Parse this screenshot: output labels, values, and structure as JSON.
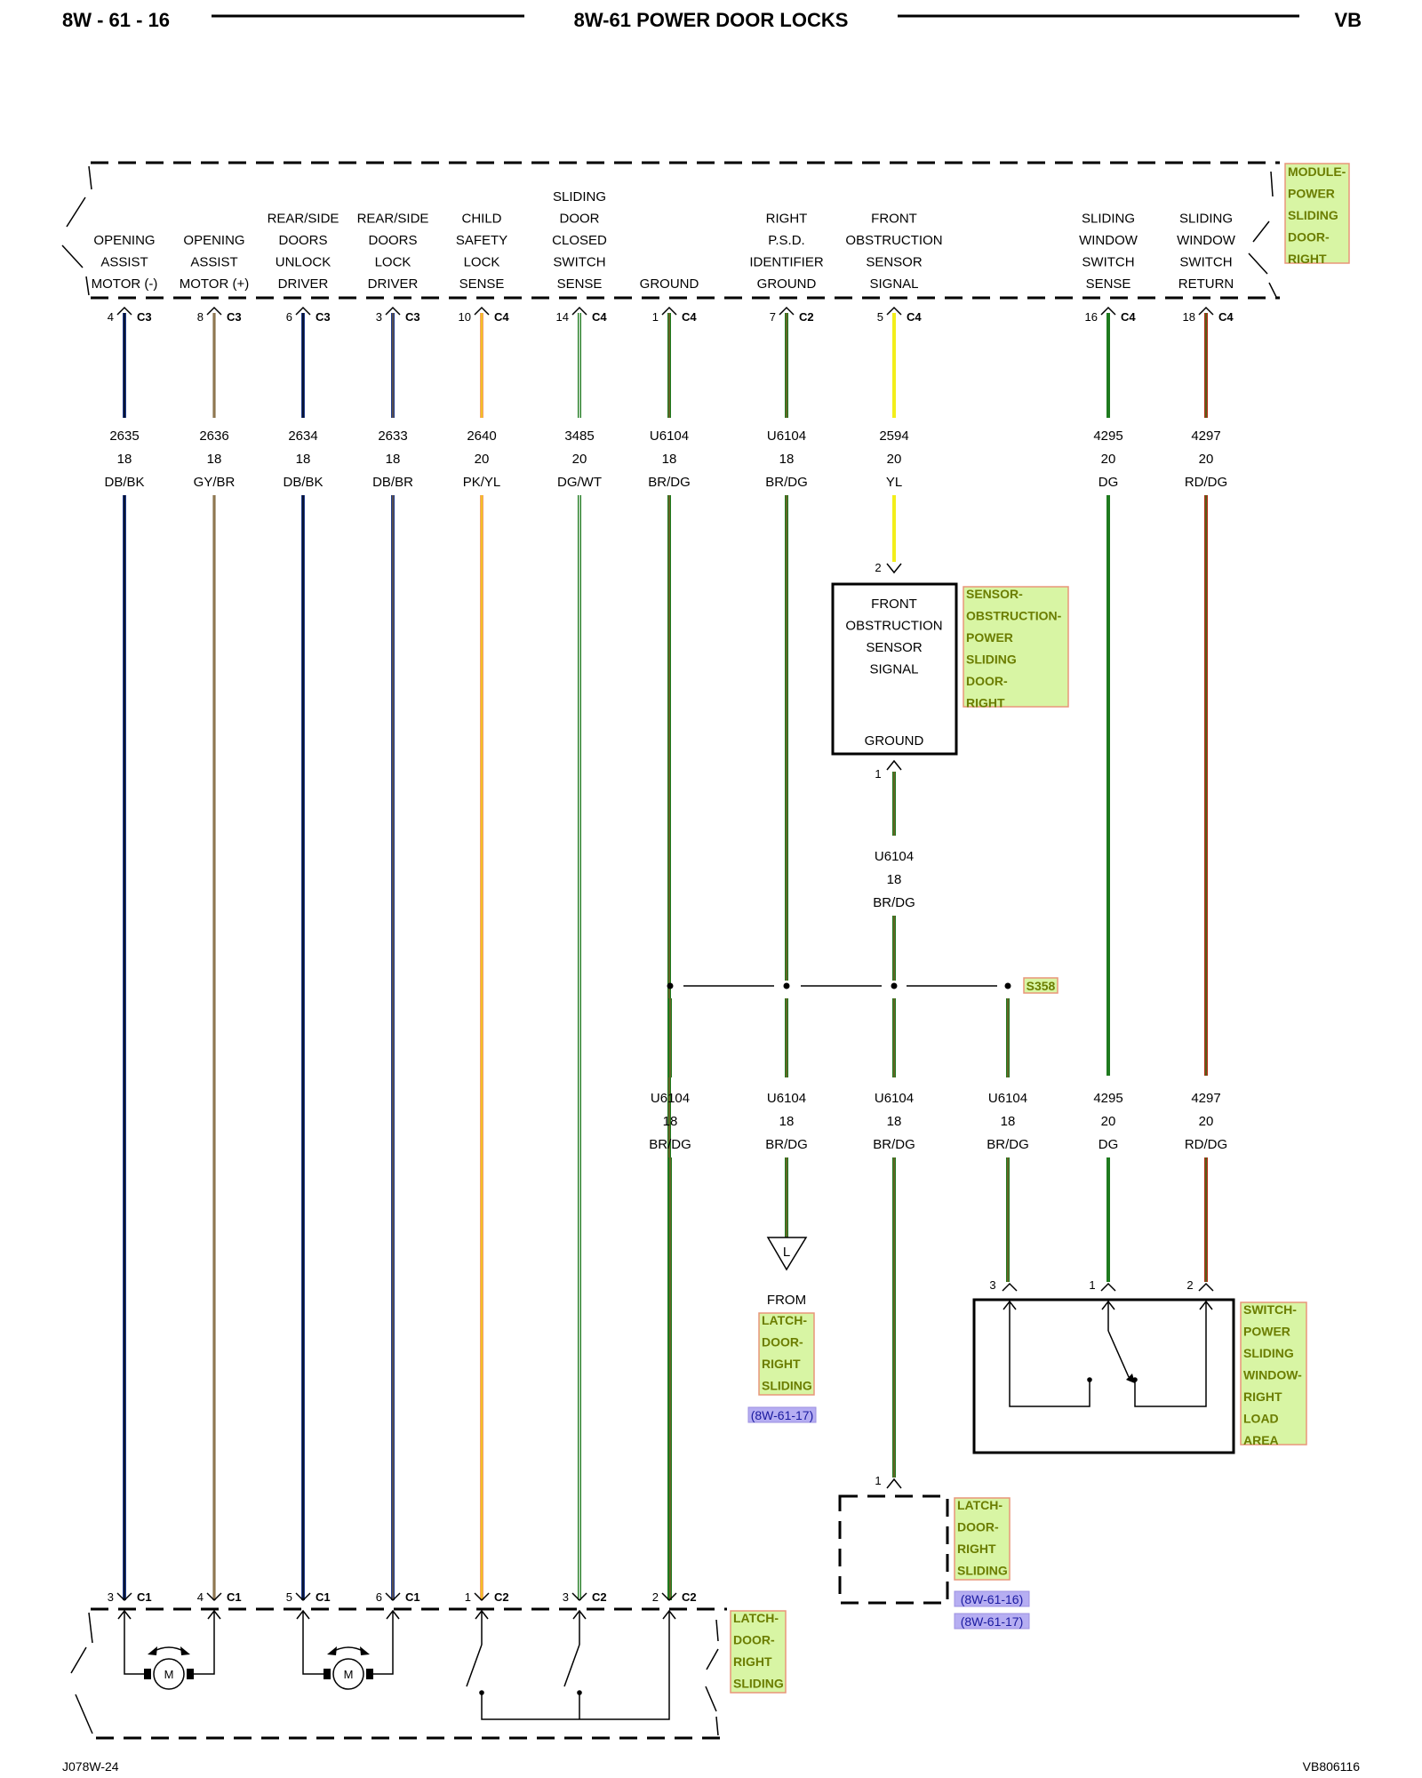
{
  "header": {
    "page_number": "8W - 61 - 16",
    "title": "8W-61 POWER DOOR LOCKS",
    "model": "VB"
  },
  "footer": {
    "left_code": "J078W-24",
    "right_code": "VB806116"
  },
  "module": {
    "name_lines": [
      "MODULE-",
      "POWER",
      "SLIDING",
      "DOOR-",
      "RIGHT"
    ],
    "terminals": [
      {
        "label": [
          "OPENING",
          "ASSIST",
          "MOTOR (-)"
        ],
        "pin": "4",
        "conn": "C3",
        "circuit": "2635",
        "gauge": "18",
        "color_code": "DB/BK",
        "wire_color": "#1f3b8c",
        "stripe_color": "#000000"
      },
      {
        "label": [
          "OPENING",
          "ASSIST",
          "MOTOR (+)"
        ],
        "pin": "8",
        "conn": "C3",
        "circuit": "2636",
        "gauge": "18",
        "color_code": "GY/BR",
        "wire_color": "#b9ad98",
        "stripe_color": "#7a5a2a"
      },
      {
        "label": [
          "REAR/SIDE",
          "DOORS",
          "UNLOCK",
          "DRIVER"
        ],
        "pin": "6",
        "conn": "C3",
        "circuit": "2634",
        "gauge": "18",
        "color_code": "DB/BK",
        "wire_color": "#1f3b8c",
        "stripe_color": "#000000"
      },
      {
        "label": [
          "REAR/SIDE",
          "DOORS",
          "LOCK",
          "DRIVER"
        ],
        "pin": "3",
        "conn": "C3",
        "circuit": "2633",
        "gauge": "18",
        "color_code": "DB/BR",
        "wire_color": "#1f3b8c",
        "stripe_color": "#7a5a2a"
      },
      {
        "label": [
          "CHILD",
          "SAFETY",
          "LOCK",
          "SENSE"
        ],
        "pin": "10",
        "conn": "C4",
        "circuit": "2640",
        "gauge": "20",
        "color_code": "PK/YL",
        "wire_color": "#f4a06c",
        "stripe_color": "#f0d000"
      },
      {
        "label": [
          "SLIDING",
          "DOOR",
          "CLOSED",
          "SWITCH",
          "SENSE"
        ],
        "pin": "14",
        "conn": "C4",
        "circuit": "3485",
        "gauge": "20",
        "color_code": "DG/WT",
        "wire_color": "#1f7a1f",
        "stripe_color": "#ffffff"
      },
      {
        "label": [
          "GROUND"
        ],
        "pin": "1",
        "conn": "C4",
        "circuit": "U6104",
        "gauge": "18",
        "color_code": "BR/DG",
        "wire_color": "#1f7a1f",
        "stripe_color": "#8a5a2a"
      },
      {
        "label": [
          "RIGHT",
          "P.S.D.",
          "IDENTIFIER",
          "GROUND"
        ],
        "pin": "7",
        "conn": "C2",
        "circuit": "U6104",
        "gauge": "18",
        "color_code": "BR/DG",
        "wire_color": "#1f7a1f",
        "stripe_color": "#8a5a2a"
      },
      {
        "label": [
          "FRONT",
          "OBSTRUCTION",
          "SENSOR",
          "SIGNAL"
        ],
        "pin": "5",
        "conn": "C4",
        "circuit": "2594",
        "gauge": "20",
        "color_code": "YL",
        "wire_color": "#f2ee1a",
        "stripe_color": ""
      },
      {
        "label": [
          "SLIDING",
          "WINDOW",
          "SWITCH",
          "SENSE"
        ],
        "pin": "16",
        "conn": "C4",
        "circuit": "4295",
        "gauge": "20",
        "color_code": "DG",
        "wire_color": "#1f7a1f",
        "stripe_color": ""
      },
      {
        "label": [
          "SLIDING",
          "WINDOW",
          "SWITCH",
          "RETURN"
        ],
        "pin": "18",
        "conn": "C4",
        "circuit": "4297",
        "gauge": "20",
        "color_code": "RD/DG",
        "wire_color": "#b82a16",
        "stripe_color": "#2a7a1a"
      }
    ]
  },
  "sensor": {
    "name_lines": [
      "SENSOR-",
      "OBSTRUCTION-",
      "POWER",
      "SLIDING",
      "DOOR-",
      "RIGHT"
    ],
    "inner_lines": [
      "FRONT",
      "OBSTRUCTION",
      "SENSOR",
      "SIGNAL"
    ],
    "ground_label": "GROUND",
    "pin_signal": "2",
    "pin_ground": "1",
    "out_circuit": "U6104",
    "out_gauge": "18",
    "out_color": "BR/DG"
  },
  "splice": {
    "name": "S358",
    "branches": [
      {
        "circuit": "U6104",
        "gauge": "18",
        "color_code": "BR/DG"
      },
      {
        "circuit": "U6104",
        "gauge": "18",
        "color_code": "BR/DG"
      },
      {
        "circuit": "U6104",
        "gauge": "18",
        "color_code": "BR/DG"
      },
      {
        "circuit": "U6104",
        "gauge": "18",
        "color_code": "BR/DG"
      }
    ]
  },
  "window_wires": [
    {
      "circuit": "4295",
      "gauge": "20",
      "color_code": "DG"
    },
    {
      "circuit": "4297",
      "gauge": "20",
      "color_code": "RD/DG"
    }
  ],
  "from_ref": {
    "connector_letter": "L",
    "from_label": "FROM",
    "name_lines": [
      "LATCH-",
      "DOOR-",
      "RIGHT",
      "SLIDING"
    ],
    "page_ref": "(8W-61-17)"
  },
  "window_switch": {
    "name_lines": [
      "SWITCH-",
      "POWER",
      "SLIDING",
      "WINDOW-",
      "RIGHT",
      "LOAD",
      "AREA"
    ],
    "pins": [
      "3",
      "1",
      "2"
    ]
  },
  "latch_remote": {
    "pin": "1",
    "name_lines": [
      "LATCH-",
      "DOOR-",
      "RIGHT",
      "SLIDING"
    ],
    "page_refs": [
      "(8W-61-16)",
      "(8W-61-17)"
    ]
  },
  "latch_bottom": {
    "name_lines": [
      "LATCH-",
      "DOOR-",
      "RIGHT",
      "SLIDING"
    ],
    "motor_label": "M",
    "pins": [
      {
        "pin": "3",
        "conn": "C1"
      },
      {
        "pin": "4",
        "conn": "C1"
      },
      {
        "pin": "5",
        "conn": "C1"
      },
      {
        "pin": "6",
        "conn": "C1"
      },
      {
        "pin": "1",
        "conn": "C2"
      },
      {
        "pin": "3",
        "conn": "C2"
      },
      {
        "pin": "2",
        "conn": "C2"
      }
    ]
  }
}
